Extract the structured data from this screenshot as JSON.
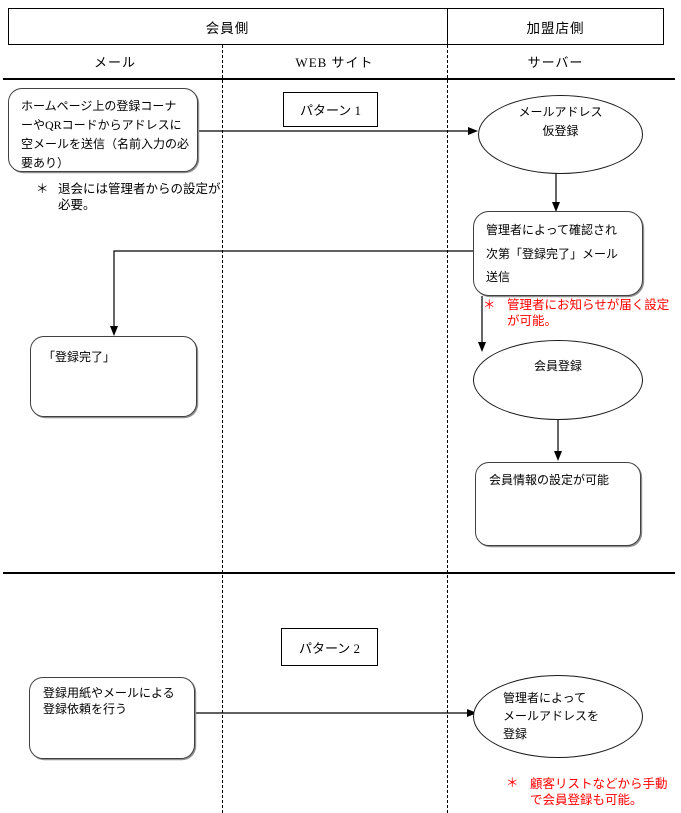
{
  "header": {
    "member_side": "会員側",
    "merchant_side": "加盟店側"
  },
  "columns": {
    "mail": "メール",
    "web": "WEB サイト",
    "server": "サーバー"
  },
  "notes": {
    "asterisk": "＊"
  },
  "pattern1": {
    "label": "パターン 1",
    "start_box": "ホームページ上の登録コーナ\nーやQRコードからアドレスに\n空メールを送信（名前入力の必\n要あり）",
    "withdraw_note": "退会には管理者からの設定が\n必要。",
    "temp_register_ellipse": "メールアドレス\n仮登録",
    "confirm_box": "管理者によって確認され\n次第「登録完了」メール\n送信",
    "admin_red_note": "管理者にお知らせが届く設定\nが可能。",
    "complete_box": "「登録完了」",
    "member_register_ellipse": "会員登録",
    "member_info_box": "会員情報の設定が可能"
  },
  "pattern2": {
    "label": "パターン 2",
    "request_box": "登録用紙やメールによる\n登録依頼を行う",
    "admin_register_ellipse": "管理者によって\nメールアドレスを\n登録",
    "customer_red_note": "顧客リストなどから手動\nで会員登録も可能。"
  },
  "colors": {
    "note_red": "#ff0000",
    "line_black": "#000000"
  }
}
